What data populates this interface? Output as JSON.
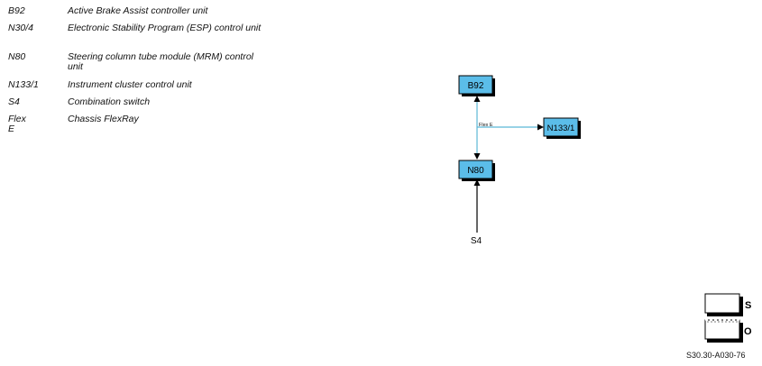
{
  "legend": [
    {
      "code": "B92",
      "desc": "Active Brake Assist controller unit"
    },
    {
      "code": "N30/4",
      "desc": "Electronic Stability Program (ESP) control unit"
    },
    {
      "code": "N80",
      "desc": "Steering column tube module (MRM) control unit"
    },
    {
      "code": "N133/1",
      "desc": "Instrument cluster control unit"
    },
    {
      "code": "S4",
      "desc": "Combination switch"
    },
    {
      "code": "Flex E",
      "desc": "Chassis FlexRay"
    }
  ],
  "diagram": {
    "nodes": {
      "b92": "B92",
      "n80": "N80",
      "n133": "N133/1",
      "s4": "S4"
    },
    "bus_label": "Flex E",
    "bus_color": "#5bb8d6",
    "node_fill": "#5bbde9",
    "node_shadow": "#000000"
  },
  "key": {
    "s_label": "S",
    "o_label": "O"
  },
  "footer": {
    "code": "S30.30-A030-76"
  }
}
